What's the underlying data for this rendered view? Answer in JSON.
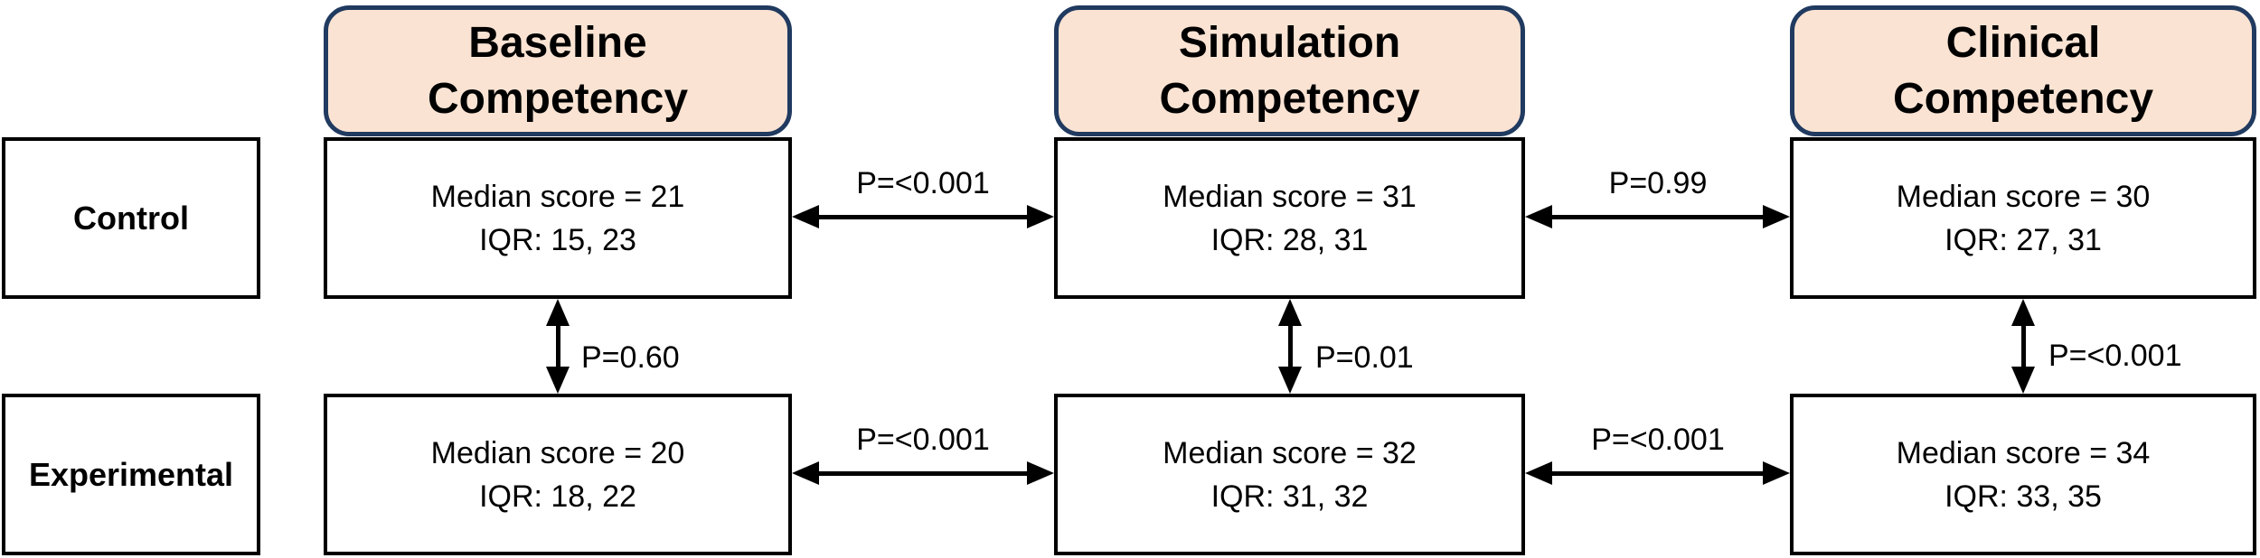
{
  "diagram": {
    "columns": [
      {
        "title_line1": "Baseline",
        "title_line2": "Competency"
      },
      {
        "title_line1": "Simulation",
        "title_line2": "Competency"
      },
      {
        "title_line1": "Clinical",
        "title_line2": "Competency"
      }
    ],
    "rows": [
      {
        "label": "Control",
        "cells": [
          {
            "median": "Median score = 21",
            "iqr": "IQR: 15, 23"
          },
          {
            "median": "Median score = 31",
            "iqr": "IQR: 28, 31"
          },
          {
            "median": "Median score = 30",
            "iqr": "IQR: 27, 31"
          }
        ]
      },
      {
        "label": "Experimental",
        "cells": [
          {
            "median": "Median score = 20",
            "iqr": "IQR: 18, 22"
          },
          {
            "median": "Median score = 32",
            "iqr": "IQR: 31, 32"
          },
          {
            "median": "Median score = 34",
            "iqr": "IQR: 33, 35"
          }
        ]
      }
    ],
    "p_values": {
      "control_baseline_vs_simulation": "P=<0.001",
      "control_simulation_vs_clinical": "P=0.99",
      "experimental_baseline_vs_simulation": "P=<0.001",
      "experimental_simulation_vs_clinical": "P=<0.001",
      "baseline_control_vs_experimental": "P=0.60",
      "simulation_control_vs_experimental": "P=0.01",
      "clinical_control_vs_experimental": "P=<0.001"
    },
    "colors": {
      "header_fill": "#FAE3D3",
      "header_border": "#203A60",
      "box_border": "#000000",
      "arrow": "#000000"
    }
  }
}
